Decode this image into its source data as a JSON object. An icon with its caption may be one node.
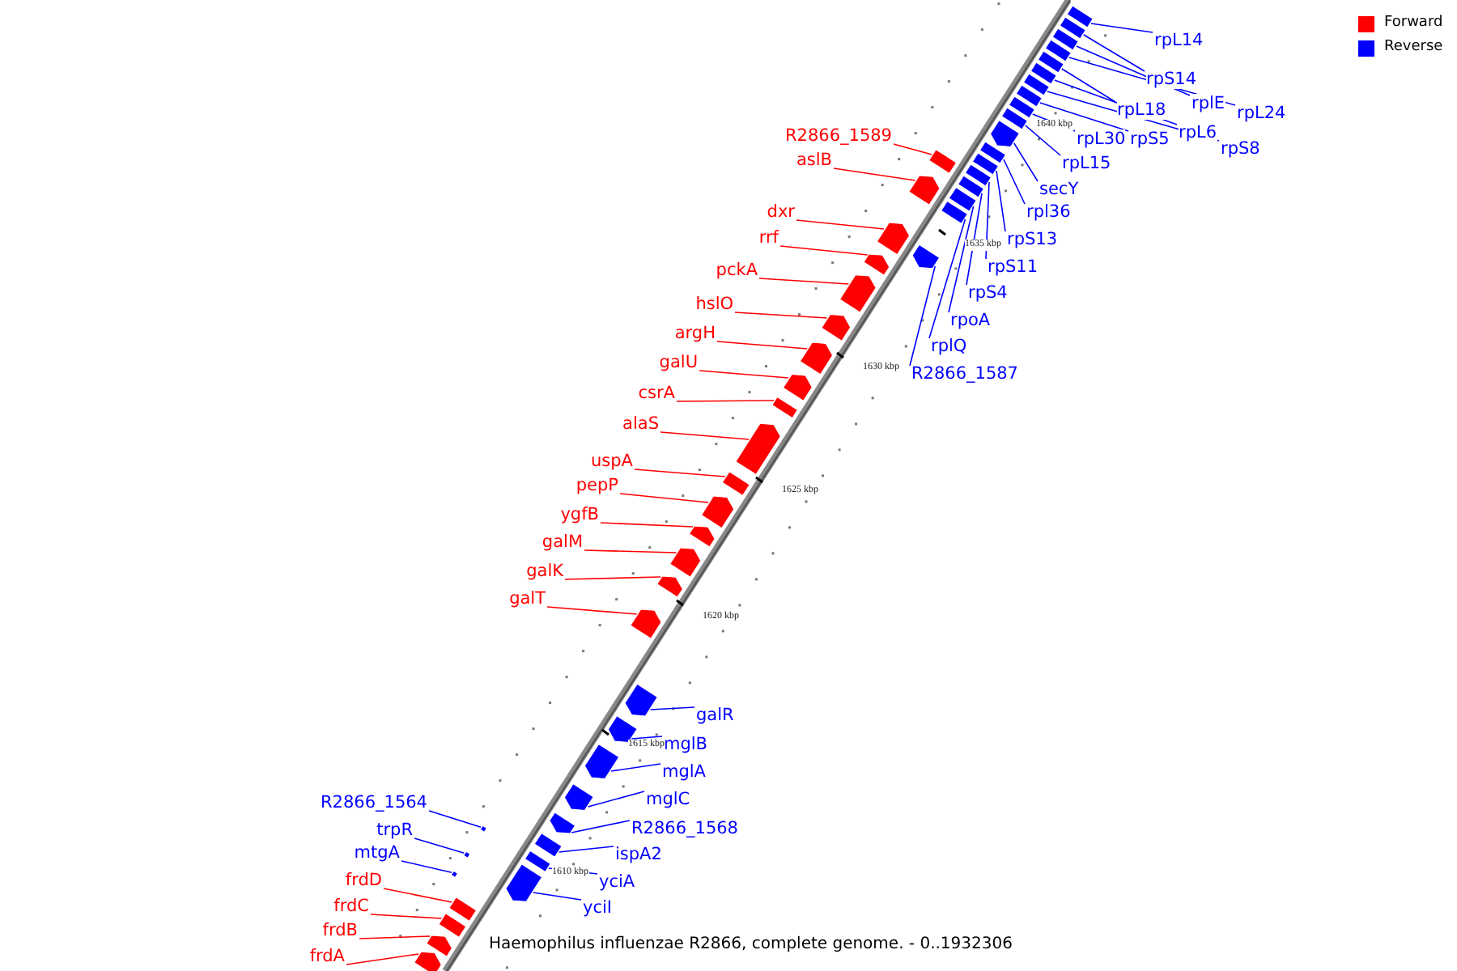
{
  "diagram": {
    "caption": "Haemophilus influenzae R2866, complete genome. - 0..1932306",
    "nodes": [
      {
        "text": [
          "rpL14"
        ]
      },
      {
        "text": [
          "rpS14"
        ]
      },
      {
        "text": [
          "rplE"
        ]
      },
      {
        "text": [
          "rpL18"
        ]
      },
      {
        "text": [
          "rpL24"
        ]
      },
      {
        "text": [
          "rpL6"
        ]
      },
      {
        "text": [
          "rpS5"
        ]
      },
      {
        "text": [
          "rpL30"
        ]
      },
      {
        "text": [
          "rpS8"
        ]
      },
      {
        "text": [
          "R2866_1589"
        ]
      },
      {
        "text": [
          "aslB"
        ]
      },
      {
        "text": [
          "rpL15"
        ]
      },
      {
        "text": [
          "secY"
        ]
      },
      {
        "text": [
          "rpl36"
        ]
      },
      {
        "text": [
          "dxr"
        ]
      },
      {
        "text": [
          "rrf"
        ]
      },
      {
        "text": [
          "rpS13"
        ]
      },
      {
        "text": [
          "pckA"
        ]
      },
      {
        "text": [
          "rpS11"
        ]
      },
      {
        "text": [
          "rpS4"
        ]
      },
      {
        "text": [
          "hslO"
        ]
      },
      {
        "text": [
          "rpoA"
        ]
      },
      {
        "text": [
          "argH"
        ]
      },
      {
        "text": [
          "rplQ"
        ]
      },
      {
        "text": [
          "galU"
        ]
      },
      {
        "text": [
          "R2866_1587"
        ]
      },
      {
        "text": [
          "csrA"
        ]
      },
      {
        "text": [
          "alaS"
        ]
      },
      {
        "text": [
          "uspA"
        ]
      },
      {
        "text": [
          "pepP"
        ]
      },
      {
        "text": [
          "ygfB"
        ]
      },
      {
        "text": [
          "galM"
        ]
      },
      {
        "text": [
          "galK"
        ]
      },
      {
        "text": [
          "galT"
        ]
      },
      {
        "text": [
          "galR"
        ]
      },
      {
        "text": [
          "mglB"
        ]
      },
      {
        "text": [
          "mglA"
        ]
      },
      {
        "text": [
          "mglC"
        ]
      },
      {
        "text": [
          "R2866_1564"
        ]
      },
      {
        "text": [
          "R2866_1568"
        ]
      },
      {
        "text": [
          "trpR"
        ]
      },
      {
        "text": [
          "ispA2"
        ]
      },
      {
        "text": [
          "mtgA"
        ]
      },
      {
        "text": [
          "frdD"
        ]
      },
      {
        "text": [
          "yciA"
        ]
      },
      {
        "text": [
          "frdC"
        ]
      },
      {
        "text": [
          "yciI"
        ]
      },
      {
        "text": [
          "frdB"
        ]
      },
      {
        "text": [
          "frdA"
        ]
      },
      {
        "text": [],
        "shape": "box"
      },
      {
        "text": [],
        "shape": "box"
      },
      {
        "text": [],
        "shape": "box"
      },
      {
        "text": [],
        "shape": "box"
      },
      {
        "text": [],
        "shape": "box"
      },
      {
        "text": [],
        "shape": "box"
      },
      {
        "text": [],
        "shape": "box"
      },
      {
        "text": [],
        "shape": "box"
      },
      {
        "text": [],
        "shape": "box"
      },
      {
        "text": [],
        "shape": "box"
      },
      {
        "text": [],
        "shape": "box"
      },
      {
        "text": [],
        "shape": "box"
      },
      {
        "text": [],
        "shape": "box"
      },
      {
        "text": [],
        "shape": "box"
      },
      {
        "text": [],
        "shape": "box"
      },
      {
        "text": [],
        "shape": "box"
      },
      {
        "text": [],
        "shape": "box"
      },
      {
        "text": [],
        "shape": "box"
      },
      {
        "text": [],
        "shape": "box"
      },
      {
        "text": [],
        "shape": "box"
      },
      {
        "text": [],
        "shape": "box"
      },
      {
        "text": [],
        "shape": "box"
      },
      {
        "text": [],
        "shape": "box"
      },
      {
        "text": [],
        "shape": "box"
      },
      {
        "text": [],
        "shape": "box"
      },
      {
        "text": [],
        "shape": "box"
      },
      {
        "text": [],
        "shape": "box"
      },
      {
        "text": [],
        "shape": "box"
      },
      {
        "text": [],
        "shape": "box"
      },
      {
        "text": [],
        "shape": "box"
      },
      {
        "text": [],
        "shape": "box"
      },
      {
        "text": [],
        "shape": "box"
      },
      {
        "text": [],
        "shape": "box"
      },
      {
        "text": [],
        "shape": "box"
      },
      {
        "text": [],
        "shape": "box"
      },
      {
        "text": [],
        "shape": "box"
      },
      {
        "text": [],
        "shape": "box"
      },
      {
        "text": [],
        "shape": "box"
      },
      {
        "text": [],
        "shape": "box"
      },
      {
        "text": [],
        "shape": "box"
      },
      {
        "text": [],
        "shape": "box"
      },
      {
        "text": [],
        "shape": "box"
      },
      {
        "text": [],
        "shape": "box"
      },
      {
        "text": [],
        "shape": "box"
      },
      {
        "text": [],
        "shape": "box"
      },
      {
        "text": [],
        "shape": "box"
      },
      {
        "text": [],
        "shape": "box"
      },
      {
        "text": [],
        "shape": "box"
      },
      {
        "text": [],
        "shape": "box"
      }
    ],
    "edges": [
      {
        "from": 0,
        "to": 49,
        "arrow": "none"
      },
      {
        "from": 1,
        "to": 50,
        "arrow": "none"
      },
      {
        "from": 2,
        "to": 51,
        "arrow": "none"
      },
      {
        "from": 3,
        "to": 53,
        "arrow": "none"
      },
      {
        "from": 4,
        "to": 52,
        "arrow": "none"
      },
      {
        "from": 5,
        "to": 54,
        "arrow": "none"
      },
      {
        "from": 6,
        "to": 56,
        "arrow": "none"
      },
      {
        "from": 7,
        "to": 57,
        "arrow": "none"
      },
      {
        "from": 8,
        "to": 55,
        "arrow": "none"
      },
      {
        "from": 9,
        "to": 63,
        "arrow": "none",
        "color": "#ff0000"
      },
      {
        "from": 10,
        "to": 66,
        "arrow": "none",
        "color": "#ff0000"
      },
      {
        "from": 11,
        "to": 58,
        "arrow": "none"
      },
      {
        "from": 12,
        "to": 59,
        "arrow": "none"
      },
      {
        "from": 13,
        "to": 60,
        "arrow": "none"
      },
      {
        "from": 14,
        "to": 68,
        "arrow": "none",
        "color": "#ff0000"
      },
      {
        "from": 15,
        "to": 70,
        "arrow": "none",
        "color": "#ff0000"
      },
      {
        "from": 16,
        "to": 61,
        "arrow": "none"
      },
      {
        "from": 17,
        "to": 71,
        "arrow": "none",
        "color": "#ff0000"
      },
      {
        "from": 18,
        "to": 62,
        "arrow": "none"
      },
      {
        "from": 19,
        "to": 64,
        "arrow": "none"
      },
      {
        "from": 20,
        "to": 72,
        "arrow": "none",
        "color": "#ff0000"
      },
      {
        "from": 21,
        "to": 65,
        "arrow": "none"
      },
      {
        "from": 22,
        "to": 73,
        "arrow": "none",
        "color": "#ff0000"
      },
      {
        "from": 23,
        "to": 67,
        "arrow": "none"
      },
      {
        "from": 24,
        "to": 74,
        "arrow": "none",
        "color": "#ff0000"
      },
      {
        "from": 25,
        "to": 69,
        "arrow": "none"
      },
      {
        "from": 26,
        "to": 75,
        "arrow": "none",
        "color": "#ff0000"
      },
      {
        "from": 27,
        "to": 76,
        "arrow": "none",
        "color": "#ff0000"
      },
      {
        "from": 28,
        "to": 77,
        "arrow": "none",
        "color": "#ff0000"
      },
      {
        "from": 29,
        "to": 78,
        "arrow": "none",
        "color": "#ff0000"
      },
      {
        "from": 30,
        "to": 79,
        "arrow": "none",
        "color": "#ff0000"
      },
      {
        "from": 31,
        "to": 80,
        "arrow": "none",
        "color": "#ff0000"
      },
      {
        "from": 32,
        "to": 81,
        "arrow": "none",
        "color": "#ff0000"
      },
      {
        "from": 33,
        "to": 82,
        "arrow": "none",
        "color": "#ff0000"
      },
      {
        "from": 34,
        "to": 83,
        "arrow": "none"
      },
      {
        "from": 35,
        "to": 84,
        "arrow": "none"
      },
      {
        "from": 36,
        "to": 85,
        "arrow": "none"
      },
      {
        "from": 37,
        "to": 86,
        "arrow": "none"
      },
      {
        "from": 38,
        "to": 90,
        "arrow": "none"
      },
      {
        "from": 39,
        "to": 87,
        "arrow": "none"
      },
      {
        "from": 40,
        "to": 92,
        "arrow": "none"
      },
      {
        "from": 41,
        "to": 88,
        "arrow": "none"
      },
      {
        "from": 42,
        "to": 93,
        "arrow": "none"
      },
      {
        "from": 43,
        "to": 94,
        "arrow": "none",
        "color": "#ff0000"
      },
      {
        "from": 44,
        "to": 89,
        "arrow": "none"
      },
      {
        "from": 45,
        "to": 95,
        "arrow": "none",
        "color": "#ff0000"
      },
      {
        "from": 46,
        "to": 91,
        "arrow": "none"
      },
      {
        "from": 47,
        "to": 96,
        "arrow": "none",
        "color": "#ff0000"
      },
      {
        "from": 48,
        "to": 97,
        "arrow": "none",
        "color": "#ff0000"
      }
    ],
    "labels": [
      "1640 kbp",
      "1635 kbp",
      "1630 kbp",
      "1625 kbp",
      "1620 kbp",
      "1615 kbp",
      "1610 kbp"
    ],
    "legend": [
      {
        "text": "Forward",
        "color": "#ff0000"
      },
      {
        "text": "Reverse",
        "color": "#0000ff"
      }
    ]
  }
}
